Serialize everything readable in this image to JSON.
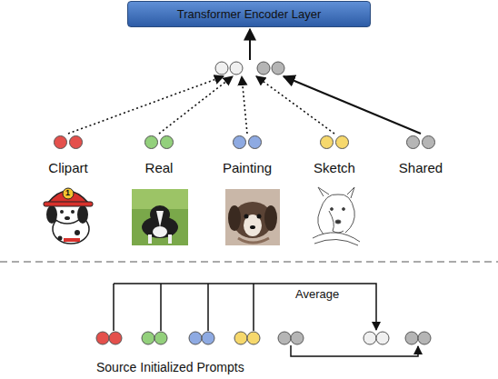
{
  "diagram": {
    "nodes": [
      {
        "text": [
          "Transformer Encoder Layer"
        ]
      },
      {
        "text": [
          "Clipart"
        ]
      },
      {
        "text": [
          "Real"
        ]
      },
      {
        "text": [
          "Painting"
        ]
      },
      {
        "text": [
          "Sketch"
        ]
      },
      {
        "text": [
          "Shared"
        ]
      }
    ],
    "labels": [
      "1",
      "Average",
      "Source Initialized Prompts"
    ]
  }
}
